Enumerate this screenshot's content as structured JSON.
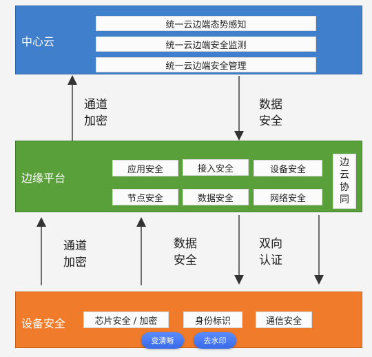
{
  "cloud": {
    "title": "中心云",
    "items": [
      "统一云边端态势感知",
      "统一云边端安全监测",
      "统一云边端安全管理"
    ]
  },
  "edge": {
    "title": "边缘平台",
    "items": [
      "应用安全",
      "接入安全",
      "设备安全",
      "节点安全",
      "数据安全",
      "网络安全"
    ],
    "side": [
      "边",
      "云",
      "协",
      "同"
    ]
  },
  "device": {
    "title": "设备安全",
    "items": [
      "芯片安全 / 加密",
      "身份标识",
      "通信安全"
    ]
  },
  "labels": {
    "channel_encrypt": [
      "通道",
      "加密"
    ],
    "data_security": [
      "数据",
      "安全"
    ],
    "mutual_auth": [
      "双向",
      "认证"
    ]
  },
  "buttons": {
    "clear": "变清晰",
    "watermark": "去水印"
  },
  "colors": {
    "cloud": "#3f7fcc",
    "edge": "#5aa03a",
    "device": "#f07b2a",
    "button": "#3a6ae8"
  }
}
